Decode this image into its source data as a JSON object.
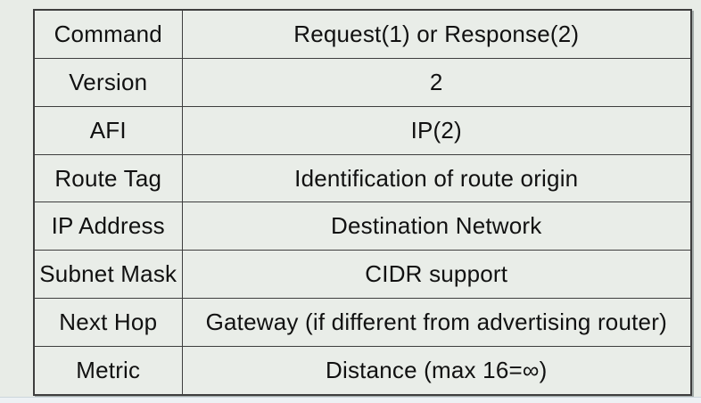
{
  "slide": {
    "background_color": "#e8ece7",
    "bottom_strip_color": "#edf1f4"
  },
  "colors": {
    "text": "#111111",
    "alert_red": "#d5483a",
    "table_border": "#3e3e3e"
  },
  "table": {
    "columns": [
      "field",
      "description"
    ],
    "rows": [
      {
        "field": "Command",
        "field_alert": false,
        "description": "Request(1) or Response(2)",
        "description_alert": false
      },
      {
        "field": "Version",
        "field_alert": false,
        "description": "2",
        "description_alert": true
      },
      {
        "field": "AFI",
        "field_alert": false,
        "description": "IP(2)",
        "description_alert": false
      },
      {
        "field": "Route Tag",
        "field_alert": true,
        "description": "Identification of route origin",
        "description_alert": true
      },
      {
        "field": "IP Address",
        "field_alert": false,
        "description": "Destination Network",
        "description_alert": false
      },
      {
        "field": "Subnet Mask",
        "field_alert": true,
        "description": "CIDR support",
        "description_alert": true
      },
      {
        "field": "Next Hop",
        "field_alert": true,
        "description": "Gateway (if different from advertising router)",
        "description_alert": true
      },
      {
        "field": "Metric",
        "field_alert": false,
        "description": "Distance (max 16=∞)",
        "description_alert": false
      }
    ]
  }
}
